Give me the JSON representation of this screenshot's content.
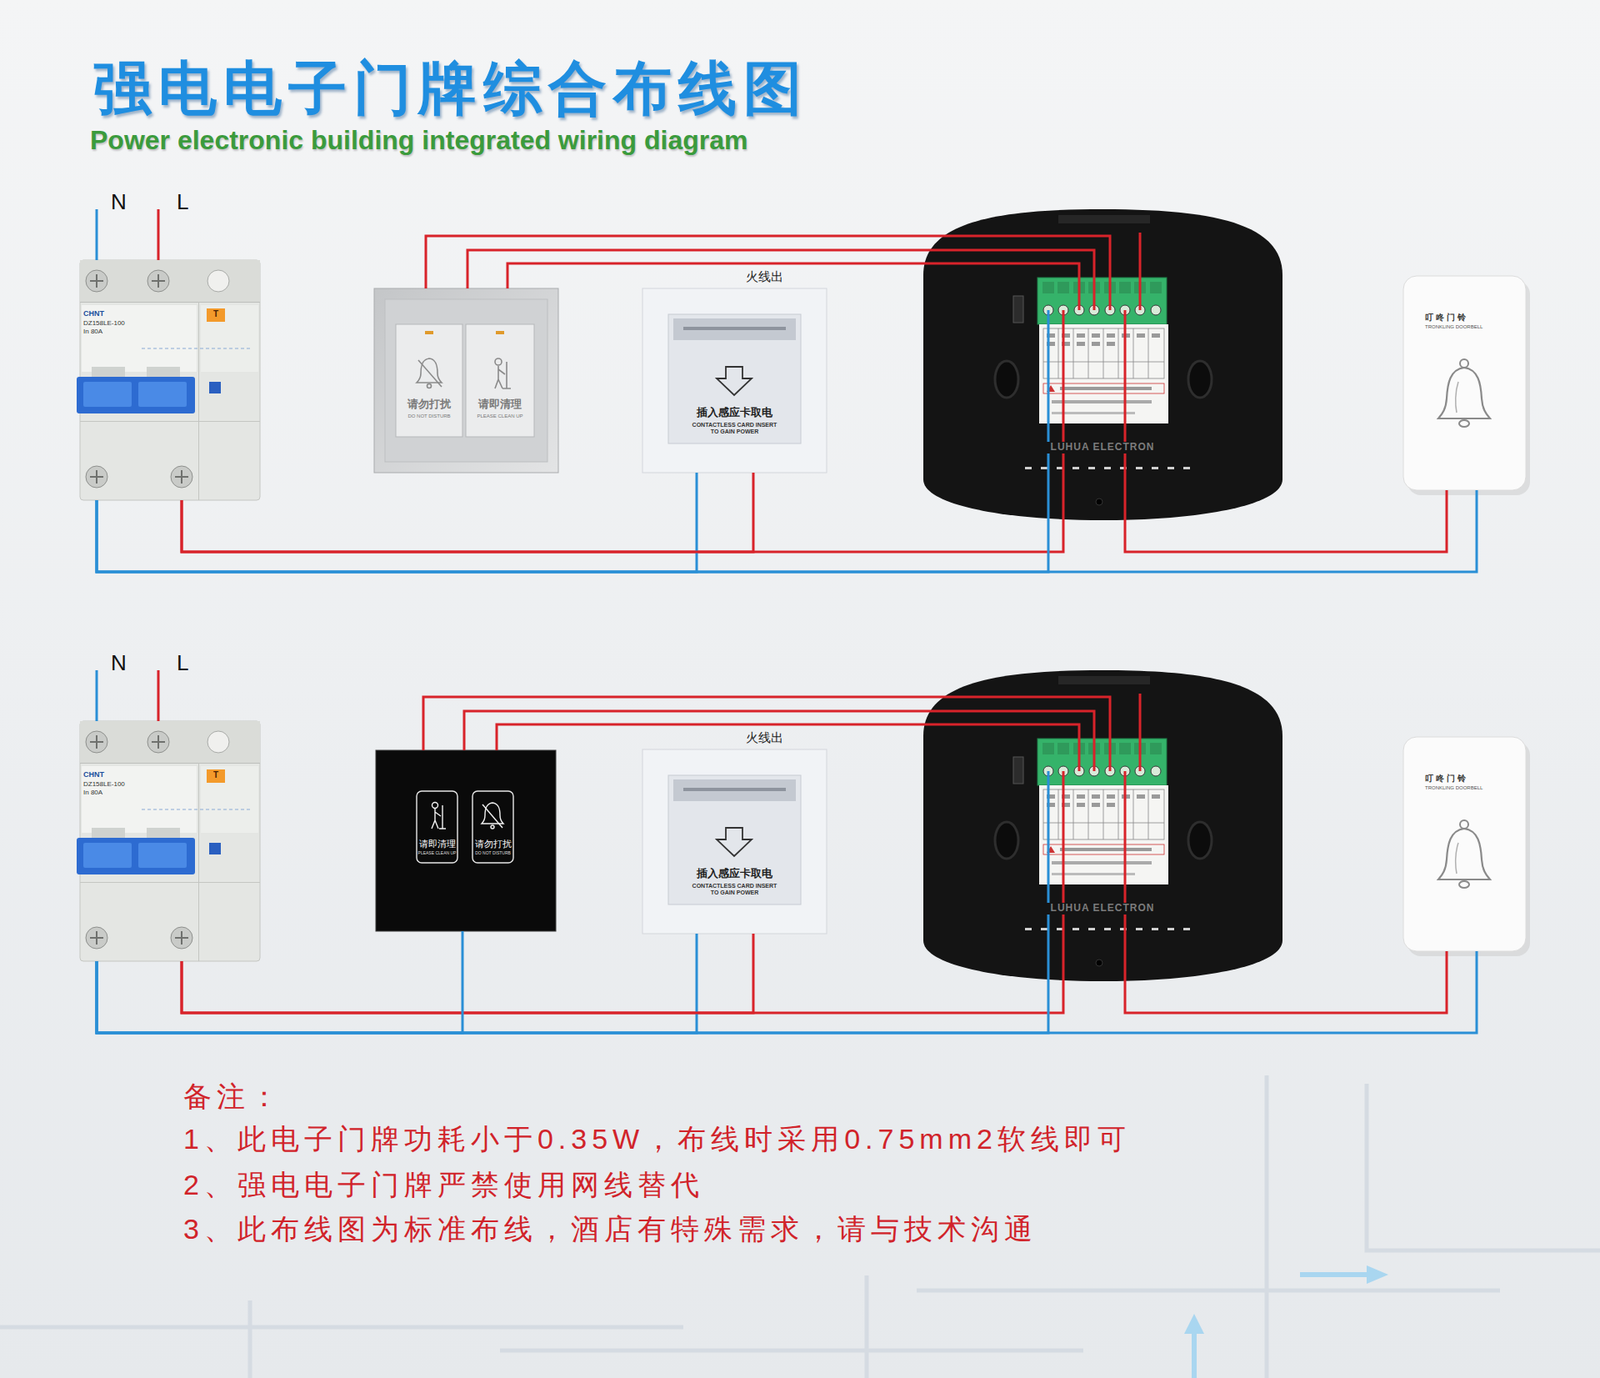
{
  "diagram": {
    "title": "强电电子门牌综合布线图",
    "nodes": [
      {
        "text": [
          "CHNT",
          "DZ158LE-100 In 80A",
          "T"
        ]
      },
      {
        "text": [
          "请勿打扰",
          "DO NOT DISTURB",
          "请即清理",
          "PLEASE CLEAN UP"
        ]
      },
      {
        "text": [
          "插入感应卡取电",
          "CONTACTLESS CARD INSERT TO GAIN POWER"
        ]
      },
      {
        "text": [
          "LUHUA ELECTRON"
        ]
      },
      {
        "text": [
          "叮咚门铃",
          "TRONKLING DOORBELL"
        ]
      },
      {
        "text": [
          "CHNT",
          "DZ158LE-100 In 80A",
          "T"
        ]
      },
      {
        "text": [
          "请即清理",
          "PLEASE CLEAN UP",
          "请勿打扰",
          "DO NOT DISTURB"
        ]
      },
      {
        "text": [
          "插入感应卡取电",
          "CONTACTLESS CARD INSERT TO GAIN POWER"
        ]
      },
      {
        "text": [
          "LUHUA ELECTRON"
        ]
      },
      {
        "text": [
          "叮咚门铃",
          "TRONKLING DOORBELL"
        ]
      }
    ],
    "edges": [
      {
        "from": 0,
        "to": 2,
        "arrow": "none"
      },
      {
        "from": 0,
        "to": 2,
        "arrow": "none"
      },
      {
        "from": 0,
        "to": 3,
        "arrow": "none"
      },
      {
        "from": 0,
        "to": 3,
        "arrow": "none"
      },
      {
        "from": 1,
        "to": 3,
        "arrow": "none"
      },
      {
        "from": 1,
        "to": 3,
        "arrow": "none"
      },
      {
        "from": 1,
        "to": 3,
        "arrow": "none"
      },
      {
        "from": 3,
        "to": 4,
        "arrow": "none"
      },
      {
        "from": 0,
        "to": 4,
        "arrow": "none"
      },
      {
        "from": 5,
        "to": 7,
        "arrow": "none"
      },
      {
        "from": 5,
        "to": 7,
        "arrow": "none"
      },
      {
        "from": 5,
        "to": 8,
        "arrow": "none"
      },
      {
        "from": 5,
        "to": 8,
        "arrow": "none"
      },
      {
        "from": 6,
        "to": 8,
        "arrow": "none"
      },
      {
        "from": 6,
        "to": 8,
        "arrow": "none"
      },
      {
        "from": 6,
        "to": 8,
        "arrow": "none"
      },
      {
        "from": 8,
        "to": 9,
        "arrow": "none"
      },
      {
        "from": 5,
        "to": 9,
        "arrow": "none"
      },
      {
        "from": 5,
        "to": 6,
        "arrow": "none"
      }
    ],
    "labels": [
      "Power electronic building integrated wiring diagram",
      "N",
      "L",
      "火线出",
      "N",
      "L",
      "火线出",
      "备注：",
      "1、此电子门牌功耗小于0.35W，布线时采用0.75mm2软线即可",
      "2、强电电子门牌严禁使用网线替代",
      "3、此布线图为标准布线，酒店有特殊需求，请与技术沟通"
    ]
  }
}
